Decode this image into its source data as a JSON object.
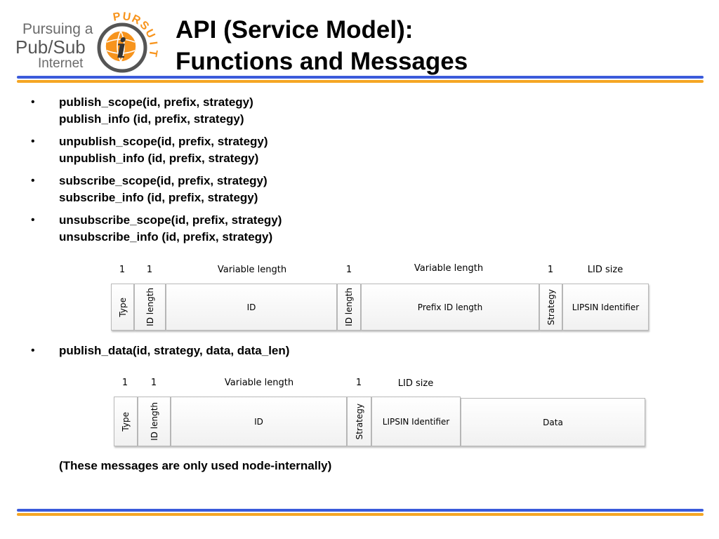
{
  "logo": {
    "line1": "Pursuing a",
    "line2": "Pub/Sub",
    "line3": "Internet",
    "arc_letters": [
      "P",
      "U",
      "R",
      "S",
      "U",
      "I",
      "T"
    ],
    "mark_letter": "i",
    "colors": {
      "orange": "#f7941d",
      "gray": "#6b6b6b",
      "dark": "#333333"
    }
  },
  "title": {
    "line1": "API (Service Model):",
    "line2": "Functions and Messages"
  },
  "bands": {
    "blue": "#3b5bdb",
    "gold": "#f5a623"
  },
  "bullets": [
    {
      "line1": "publish_scope(id, prefix, strategy)",
      "line2": "publish_info (id, prefix, strategy)"
    },
    {
      "line1": "unpublish_scope(id, prefix, strategy)",
      "line2": "unpublish_info (id, prefix, strategy)"
    },
    {
      "line1": "subscribe_scope(id, prefix, strategy)",
      "line2": "subscribe_info (id, prefix, strategy)"
    },
    {
      "line1": "unsubscribe_scope(id, prefix, strategy)",
      "line2": "unsubscribe_info (id, prefix, strategy)"
    }
  ],
  "diagram1": {
    "sizes": [
      "1",
      "1",
      "Variable length",
      "1",
      "Variable length",
      "1",
      "LID size"
    ],
    "fields": [
      "Type",
      "ID length",
      "ID",
      "ID length",
      "Prefix ID length",
      "Strategy",
      "LIPSIN Identifier"
    ]
  },
  "bullet2": {
    "line1": "publish_data(id, strategy, data, data_len)"
  },
  "diagram2": {
    "sizes": [
      "1",
      "1",
      "Variable length",
      "1",
      "LID size"
    ],
    "fields": [
      "Type",
      "ID length",
      "ID",
      "Strategy",
      "LIPSIN Identifier",
      "Data"
    ]
  },
  "note": "(These messages are only used node-internally)",
  "bullet_glyph": "•"
}
